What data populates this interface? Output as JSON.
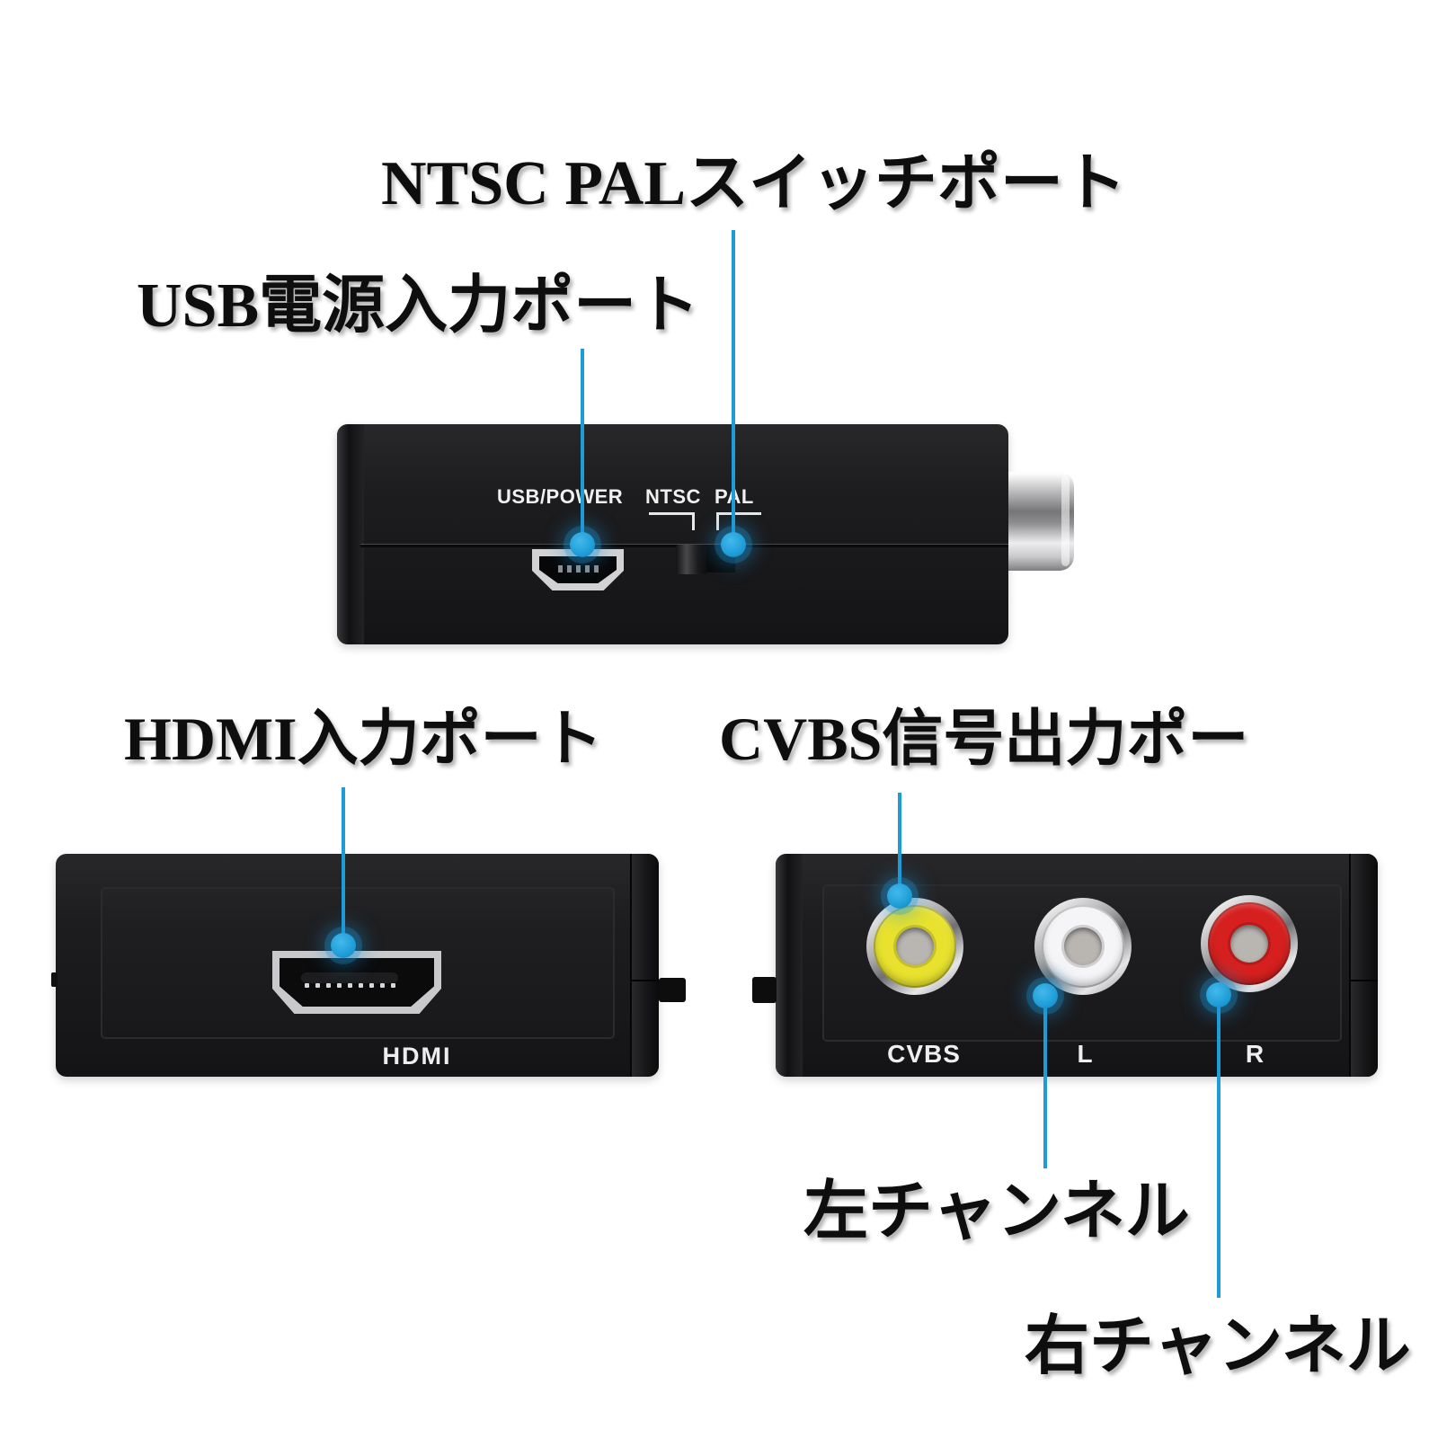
{
  "title": "HDMI to AV converter port annotation diagram",
  "colors": {
    "background": "#ffffff",
    "leader_line": "#1e9cd7",
    "label_text": "#0e0e0e",
    "device_body": "#1b1b1d",
    "jack_yellow": "#e8e22e",
    "jack_white": "#f5f5f7",
    "jack_red": "#d6201f"
  },
  "callouts": {
    "ntsc_pal_switch_port": "NTSC PALスイッチポート",
    "usb_power_input_port": "USB電源入力ポート",
    "hdmi_input_port": "HDMI入力ポート",
    "cvbs_signal_output_port": "CVBS信号出力ポー",
    "left_channel": "左チャンネル",
    "right_channel": "右チャンネル"
  },
  "devices": {
    "top_side": {
      "usb_power_text": "USB/POWER",
      "ntsc_text": "NTSC",
      "pal_text": "PAL"
    },
    "hdmi_front": {
      "port_label": "HDMI"
    },
    "av_front": {
      "jacks": [
        {
          "label": "CVBS",
          "color": "#e8e22e"
        },
        {
          "label": "L",
          "color": "#f5f5f7"
        },
        {
          "label": "R",
          "color": "#d6201f"
        }
      ]
    }
  }
}
